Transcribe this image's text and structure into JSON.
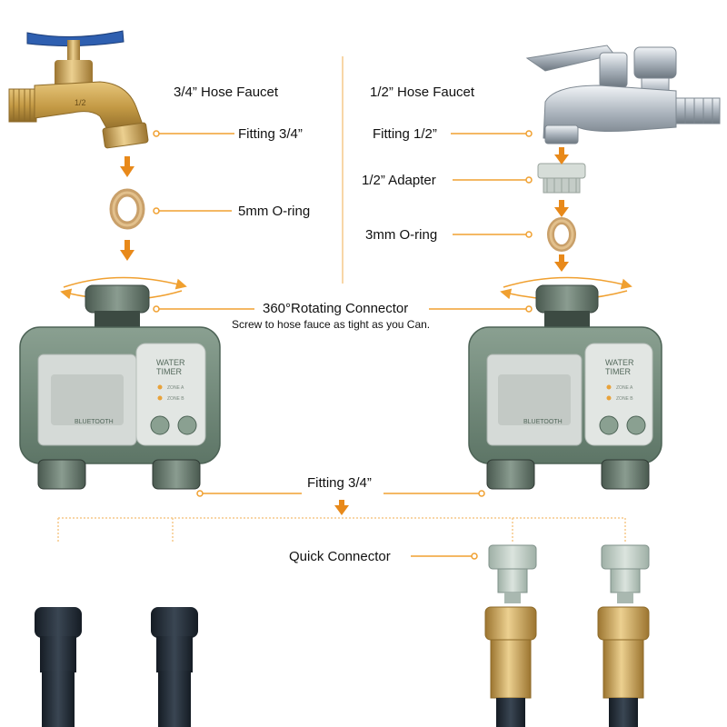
{
  "labels": {
    "left_faucet": "3/4” Hose Faucet",
    "right_faucet": "1/2” Hose Faucet",
    "fitting_34_left": "Fitting 3/4”",
    "fitting_12": "Fitting 1/2”",
    "adapter_12": "1/2” Adapter",
    "oring_5mm": "5mm O-ring",
    "oring_3mm": "3mm O-ring",
    "rotating_connector": "360°Rotating Connector",
    "rotating_note": "Screw to hose fauce as tight as you Can.",
    "fitting_34_bottom": "Fitting 3/4”",
    "quick_connector": "Quick Connector"
  },
  "device": {
    "title_line1": "WATER",
    "title_line2": "TIMER",
    "zone_a": "ZONE A",
    "zone_b": "ZONE B",
    "brand": "BLUETOOTH"
  },
  "faucet_label_text": "1/2",
  "colors": {
    "accent_orange": "#f0a030",
    "arrow_orange": "#e8891a",
    "device_green": "#6f8878",
    "device_panel": "#c9cfcc",
    "handle_blue": "#2e5fb0",
    "brass": "#c49a45",
    "chrome": "#b9c1c9",
    "hose_black": "#1f2730"
  },
  "icons": [
    "brass-faucet-icon",
    "chrome-faucet-icon",
    "o-ring-icon",
    "adapter-icon",
    "water-timer-icon",
    "quick-connector-icon",
    "hose-end-icon",
    "brass-hose-end-icon",
    "rotate-arrows-icon",
    "down-arrow-icon"
  ]
}
